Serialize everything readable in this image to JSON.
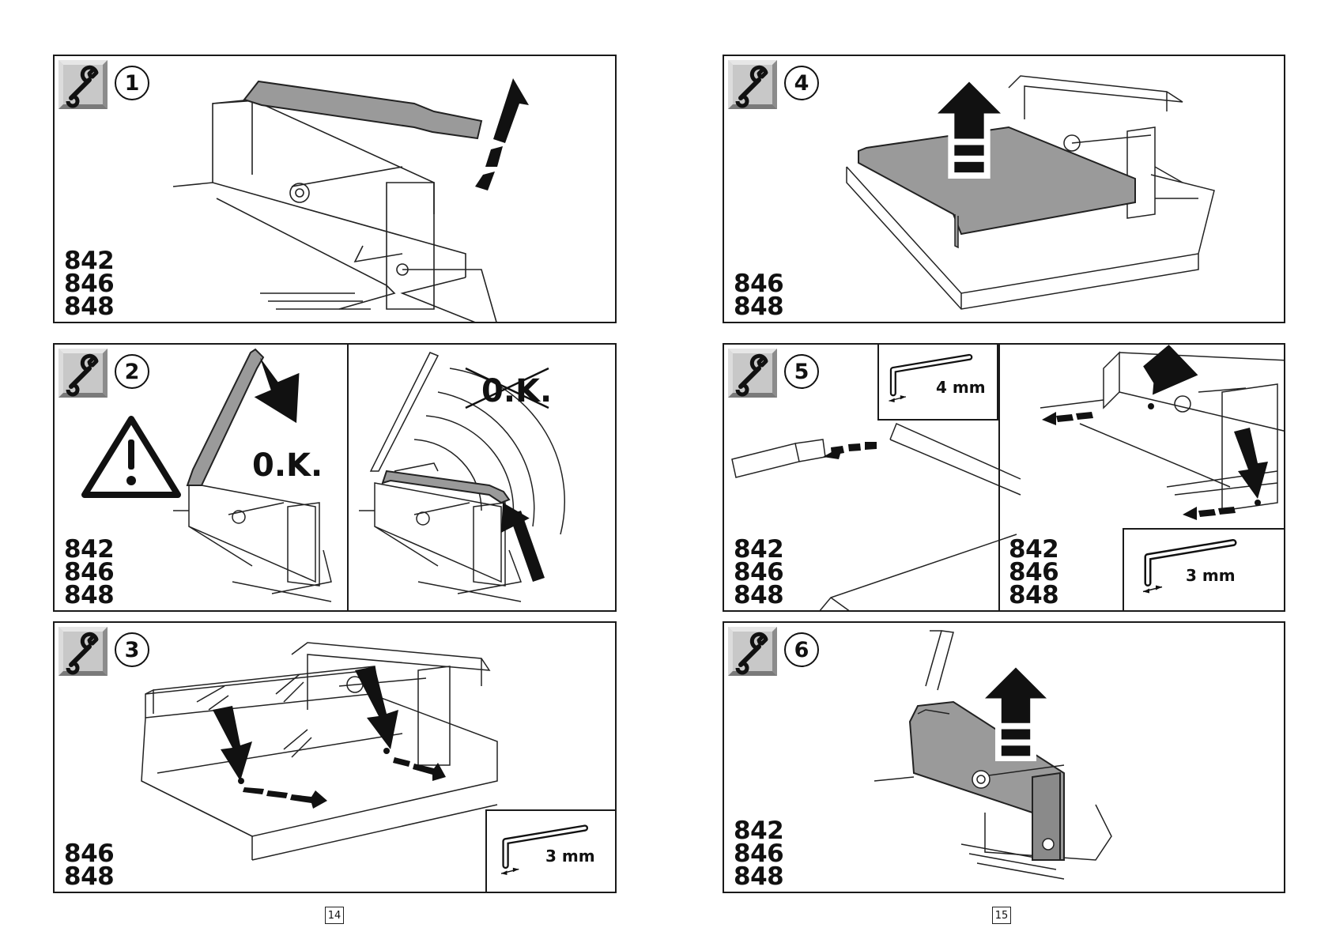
{
  "panels": [
    {
      "step": "1",
      "models": [
        "842",
        "846",
        "848"
      ]
    },
    {
      "step": "2",
      "models": [
        "842",
        "846",
        "848"
      ],
      "ok_label": "0.K.",
      "not_ok_label": "0.K."
    },
    {
      "step": "3",
      "models": [
        "846",
        "848"
      ],
      "tool_size": "3 mm"
    },
    {
      "step": "4",
      "models": [
        "846",
        "848"
      ]
    },
    {
      "step": "5",
      "models_left": [
        "842",
        "846",
        "848"
      ],
      "models_right": [
        "842",
        "846",
        "848"
      ],
      "tool_size_left": "4 mm",
      "tool_size_right": "3 mm"
    },
    {
      "step": "6",
      "models": [
        "842",
        "846",
        "848"
      ]
    }
  ],
  "page_numbers": {
    "left": "14",
    "right": "15"
  },
  "colors": {
    "frame": "#1a1a1a",
    "highlight_gray": "#9a9a9a",
    "wrench_bg": "#c8c8c8"
  }
}
